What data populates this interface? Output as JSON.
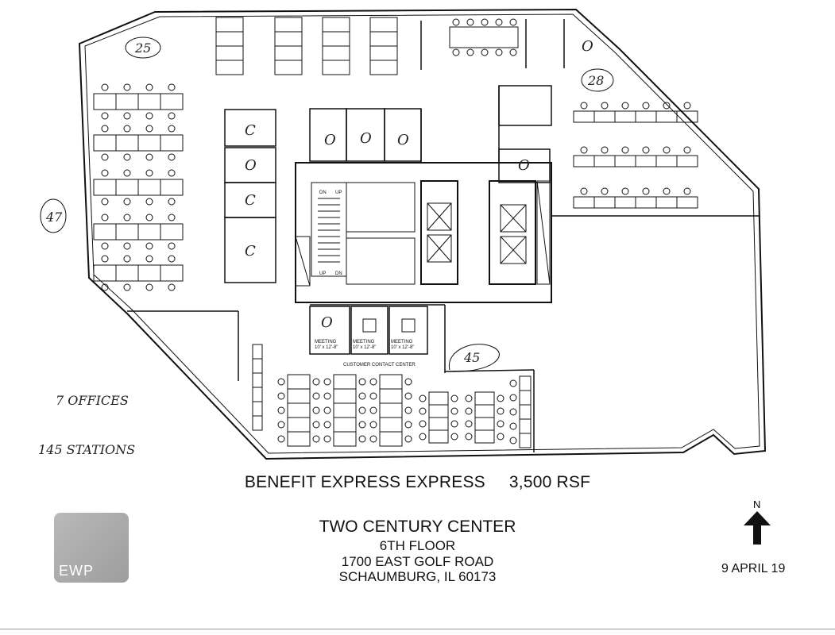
{
  "plan": {
    "project_name": "BENEFIT EXPRESS EXPRESS",
    "area": "3,500 RSF",
    "building": "TWO CENTURY CENTER",
    "floor": "6TH FLOOR",
    "street": "1700 EAST GOLF ROAD",
    "city": "SCHAUMBURG, IL 60173",
    "date": "9 APRIL 19",
    "north_label": "N",
    "logo_text": "EWP"
  },
  "handwritten": {
    "zone_nw": "25",
    "zone_ne": "28",
    "zone_w": "47",
    "zone_s": "45",
    "offices_note": "7 OFFICES",
    "stations_note": "145 STATIONS",
    "office_marks": [
      "C",
      "O"
    ]
  },
  "labels": {
    "meeting": "MEETING",
    "meeting_size": "10' x 12'-8\"",
    "contact_center": "CUSTOMER CONTACT CENTER",
    "stair_dn": "DN",
    "stair_up": "UP"
  },
  "colors": {
    "ink": "#111111",
    "logo_grey": "#a8a8a8"
  }
}
